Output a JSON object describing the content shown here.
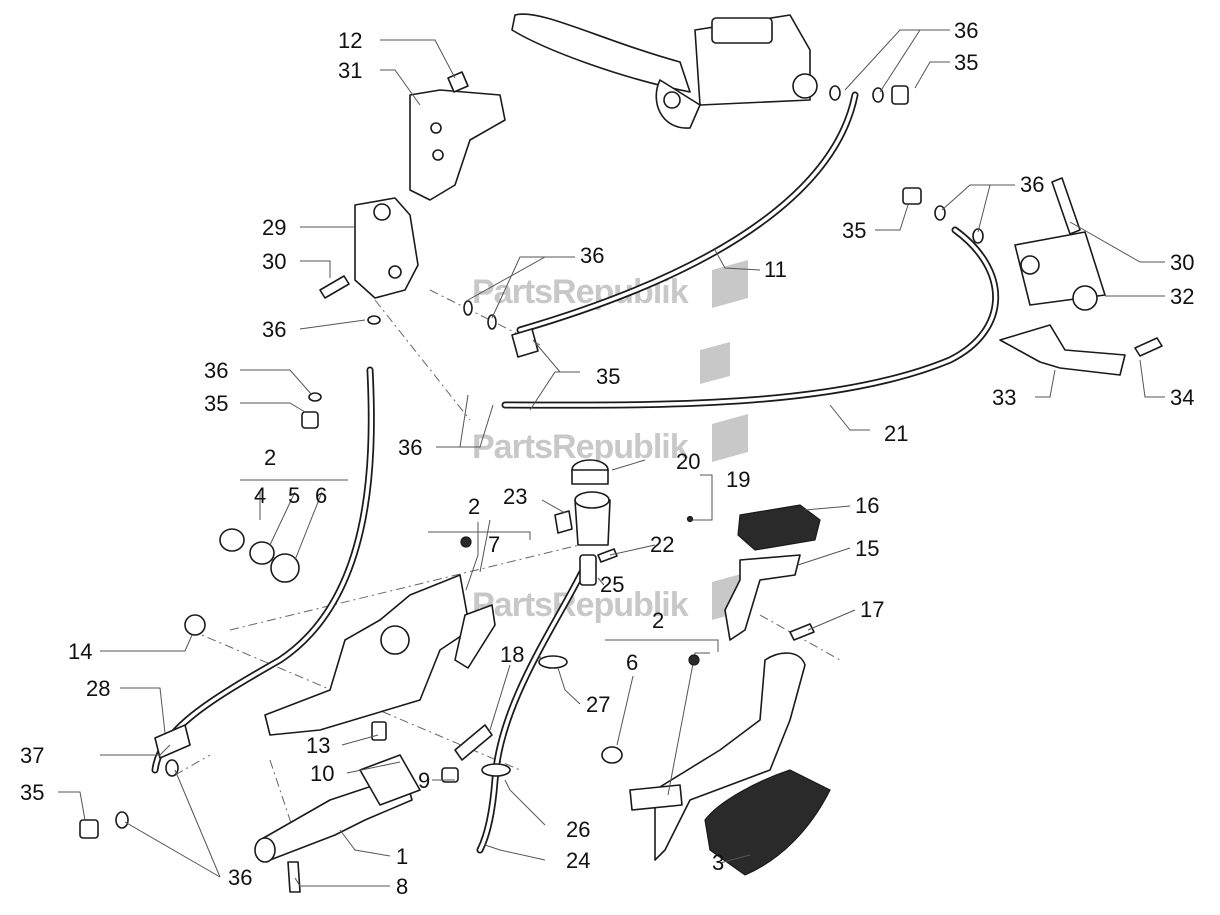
{
  "watermark": {
    "text": "PartsRepublik"
  },
  "callouts": {
    "n1": "1",
    "n2": "2",
    "n3": "3",
    "n4": "4",
    "n5": "5",
    "n6": "6",
    "n7": "7",
    "n8": "8",
    "n9": "9",
    "n10": "10",
    "n11": "11",
    "n12": "12",
    "n13": "13",
    "n14": "14",
    "n15": "15",
    "n16": "16",
    "n17": "17",
    "n18": "18",
    "n19": "19",
    "n20": "20",
    "n21": "21",
    "n22": "22",
    "n23": "23",
    "n24": "24",
    "n25": "25",
    "n26": "26",
    "n27": "27",
    "n28": "28",
    "n29": "29",
    "n30": "30",
    "n31": "31",
    "n32": "32",
    "n33": "33",
    "n34": "34",
    "n35": "35",
    "n36": "36",
    "n37": "37"
  }
}
